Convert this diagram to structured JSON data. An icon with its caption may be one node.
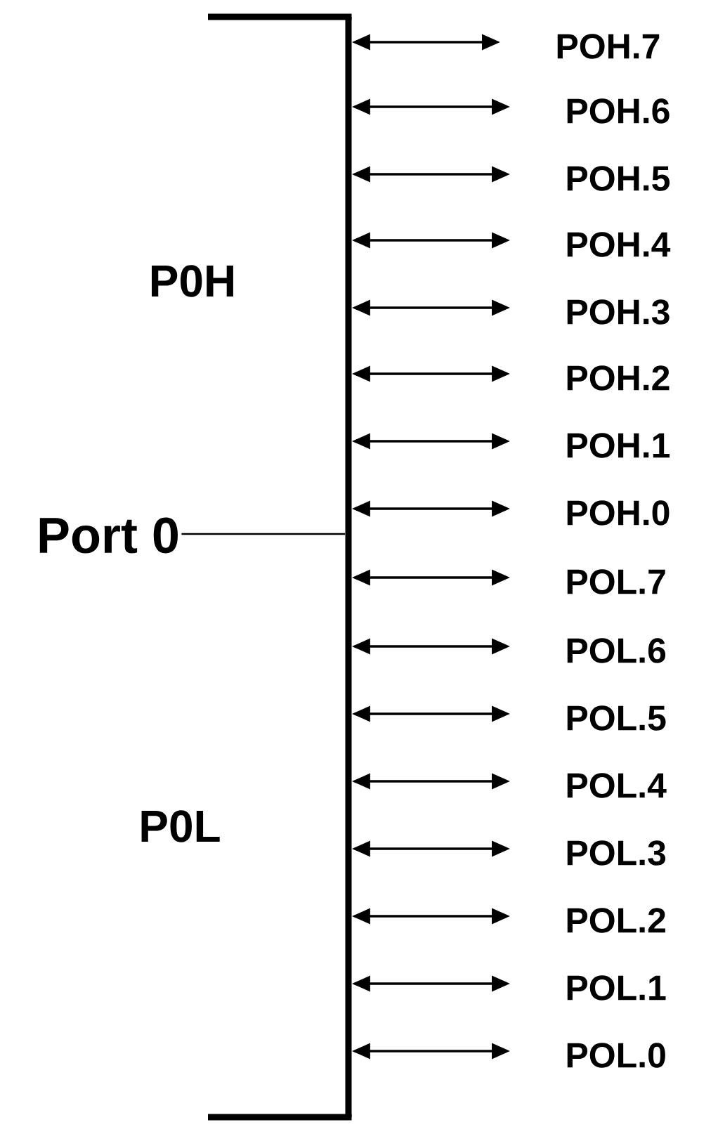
{
  "diagram": {
    "nodes": [
      {
        "text": [],
        "shape": "bar"
      },
      {
        "text": [
          "Port 0"
        ]
      },
      {
        "text": [
          "POH.7"
        ]
      },
      {
        "text": [
          "POH.6"
        ]
      },
      {
        "text": [
          "POH.5"
        ]
      },
      {
        "text": [
          "POH.4"
        ]
      },
      {
        "text": [
          "POH.3"
        ]
      },
      {
        "text": [
          "POH.2"
        ]
      },
      {
        "text": [
          "POH.1"
        ]
      },
      {
        "text": [
          "POH.0"
        ]
      },
      {
        "text": [
          "POL.7"
        ]
      },
      {
        "text": [
          "POL.6"
        ]
      },
      {
        "text": [
          "POL.5"
        ]
      },
      {
        "text": [
          "POL.4"
        ]
      },
      {
        "text": [
          "POL.3"
        ]
      },
      {
        "text": [
          "POL.2"
        ]
      },
      {
        "text": [
          "POL.1"
        ]
      },
      {
        "text": [
          "POL.0"
        ]
      }
    ],
    "edges": [
      {
        "from": 1,
        "to": 0,
        "arrow": "none"
      },
      {
        "from": 0,
        "to": 2,
        "arrow": "both"
      },
      {
        "from": 0,
        "to": 3,
        "arrow": "both"
      },
      {
        "from": 0,
        "to": 4,
        "arrow": "both"
      },
      {
        "from": 0,
        "to": 5,
        "arrow": "both"
      },
      {
        "from": 0,
        "to": 6,
        "arrow": "both"
      },
      {
        "from": 0,
        "to": 7,
        "arrow": "both"
      },
      {
        "from": 0,
        "to": 8,
        "arrow": "both"
      },
      {
        "from": 0,
        "to": 9,
        "arrow": "both"
      },
      {
        "from": 0,
        "to": 10,
        "arrow": "both"
      },
      {
        "from": 0,
        "to": 11,
        "arrow": "both"
      },
      {
        "from": 0,
        "to": 12,
        "arrow": "both"
      },
      {
        "from": 0,
        "to": 13,
        "arrow": "both"
      },
      {
        "from": 0,
        "to": 14,
        "arrow": "both"
      },
      {
        "from": 0,
        "to": 15,
        "arrow": "both"
      },
      {
        "from": 0,
        "to": 16,
        "arrow": "both"
      },
      {
        "from": 0,
        "to": 17,
        "arrow": "both"
      }
    ],
    "labels": [
      "P0H",
      "P0L"
    ]
  }
}
